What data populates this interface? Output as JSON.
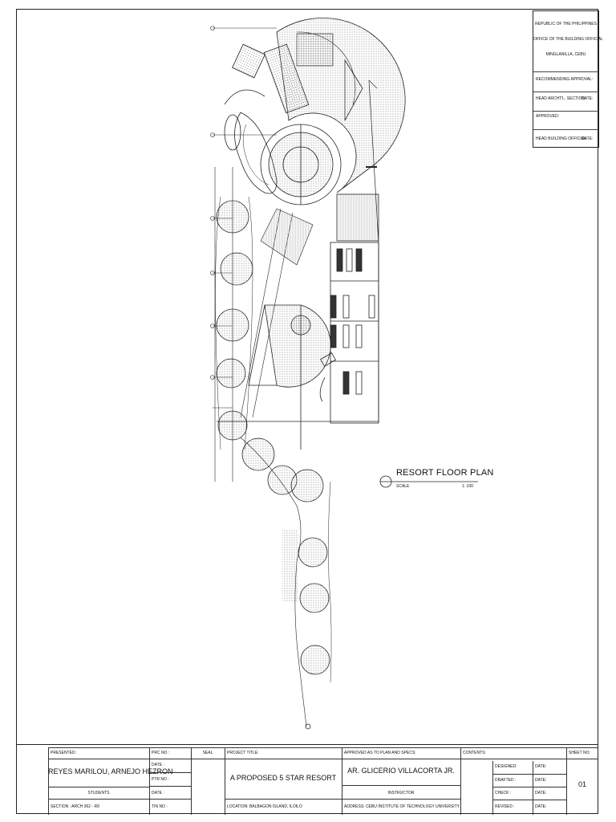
{
  "approval_block": {
    "line1": "REPUBLIC OF THE PHILIPPINES",
    "line2": "OFFICE OF THE BUILDING OFFICIAL",
    "line3": "MINGLANILLA, CEBU",
    "recommending": "RECOMMENDING APPROVAL:",
    "head_archtl": "HEAD ARCHT'L. SECTION",
    "date1": "DATE:",
    "approved": "APPROVED:",
    "head_building": "HEAD BUILDING OFFICIAL",
    "date2": "DATE:"
  },
  "plan": {
    "title": "RESORT FLOOR PLAN",
    "scale_label": "SCALE",
    "scale_value": "1: 100"
  },
  "title_block": {
    "presented_label": "PRESENTED:",
    "presenters": "REYES MARILOU, ARNEJO HEZRON",
    "students_label": "STUDENTS",
    "section": "SECTION : ARCH 362 - R9",
    "prc_no": "PRC NO :",
    "date_a": "DATE   :",
    "ptr_no": "PTR NO :",
    "date_b": "DATE   :",
    "tin_no": "TIN NO :",
    "seal": "SEAL",
    "project_title_label": "PROJECT TITLE:",
    "project_title": "A PROPOSED 5 STAR RESORT",
    "location": "LOCATION: BALBAGON ISLAND, ILOILO",
    "approved_label": "APPROVED AS TO PLAN AND SPECS:",
    "instructor_name": "AR. GLICERIO VILLACORTA JR.",
    "instructor_label": "INSTRUCTOR",
    "address": "ADDRESS: CEBU INSTITUTE OF TECHNOLOGY UNIVERSITY",
    "contents_label": "CONTENTS:",
    "designed": "DESIGNED:",
    "drafted": "DRAFTED :",
    "check": "CHECK    :",
    "revised": "REVISED  :",
    "date_label": "DATE:",
    "sheet_no_label": "SHEET NO:",
    "sheet_no": "01"
  }
}
